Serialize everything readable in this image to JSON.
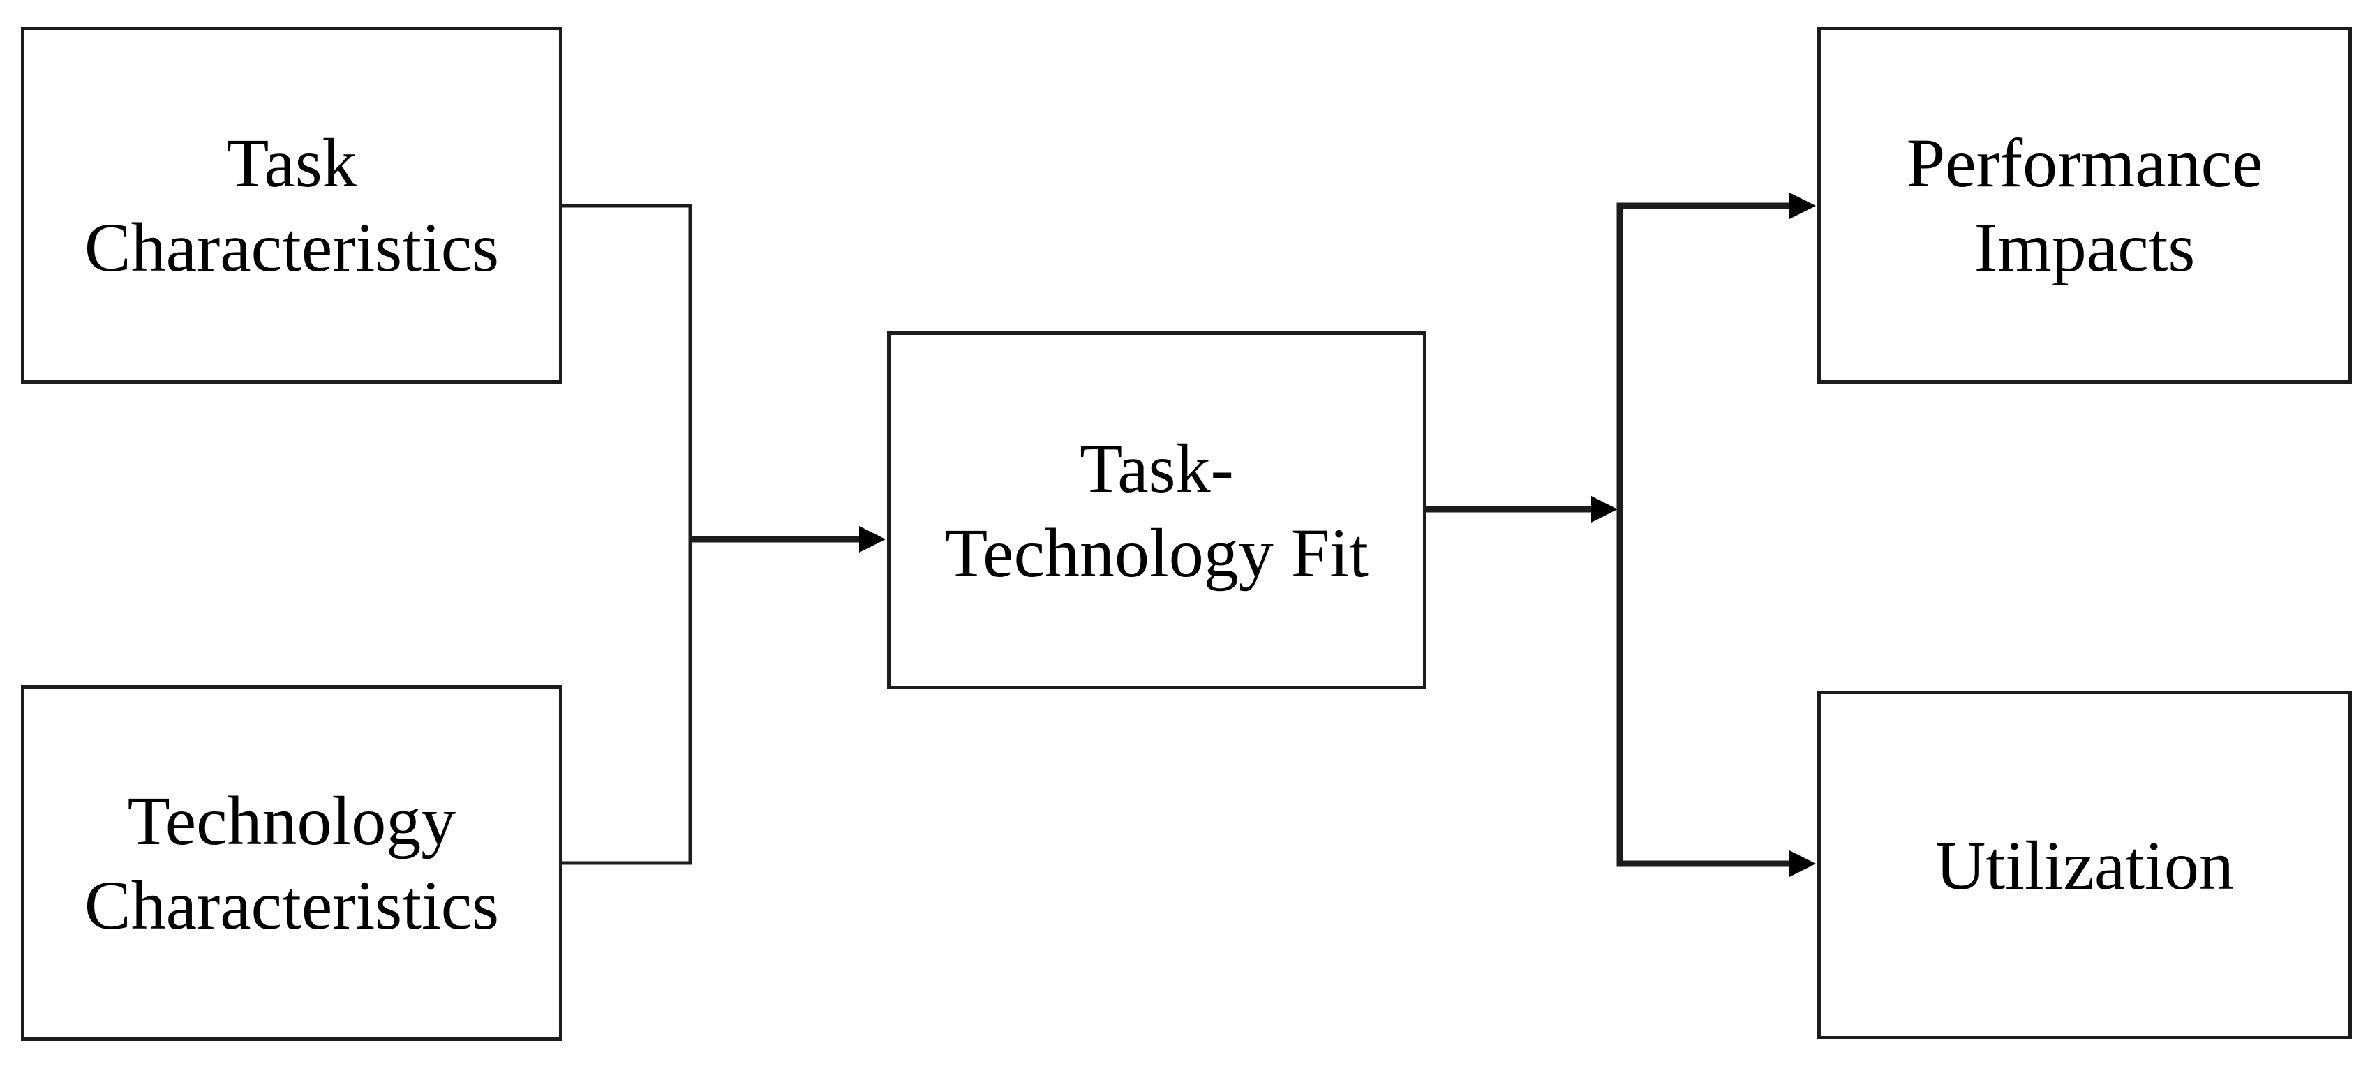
{
  "styles": {
    "background": "#ffffff",
    "box_fill": "#ffffff",
    "box_border_color": "#1c1c1c",
    "text_color": "#000000",
    "connector_thin_color": "#1c1c1c",
    "connector_thick_color": "#000000"
  },
  "nodes": {
    "task_characteristics": {
      "line1": "Task",
      "line2": "Characteristics"
    },
    "technology_characteristics": {
      "line1": "Technology",
      "line2": "Characteristics"
    },
    "task_technology_fit": {
      "line1": "Task-",
      "line2": "Technology Fit"
    },
    "performance_impacts": {
      "line1": "Performance",
      "line2": "Impacts"
    },
    "utilization": {
      "line1": "Utilization"
    }
  },
  "edges": [
    {
      "from": "Task Characteristics",
      "to": "Task-Technology Fit",
      "arrow": true
    },
    {
      "from": "Technology Characteristics",
      "to": "Task-Technology Fit",
      "arrow": true
    },
    {
      "from": "Task-Technology Fit",
      "to": "Performance Impacts",
      "arrow": true
    },
    {
      "from": "Task-Technology Fit",
      "to": "Utilization",
      "arrow": true
    }
  ]
}
